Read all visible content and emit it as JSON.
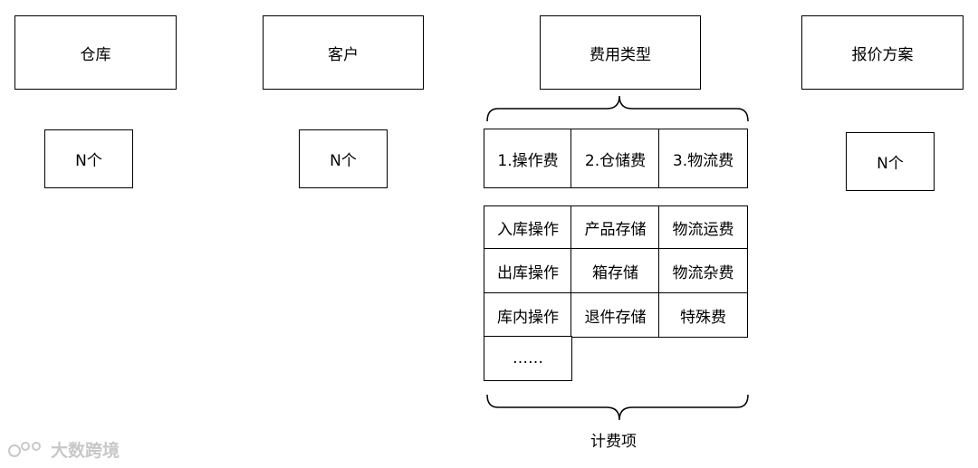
{
  "headers": {
    "warehouse": "仓库",
    "customer": "客户",
    "fee_type": "费用类型",
    "quote_plan": "报价方案"
  },
  "counts": {
    "warehouse": "N个",
    "customer": "N个",
    "quote_plan": "N个"
  },
  "fee_categories": [
    "1.操作费",
    "2.仓储费",
    "3.物流费"
  ],
  "billing_items": {
    "operation": [
      "入库操作",
      "出库操作",
      "库内操作",
      "……"
    ],
    "storage": [
      "产品存储",
      "箱存储",
      "退件存储"
    ],
    "logistics": [
      "物流运费",
      "物流杂费",
      "特殊费"
    ]
  },
  "billing_label": "计费项",
  "watermark": "大数跨境"
}
